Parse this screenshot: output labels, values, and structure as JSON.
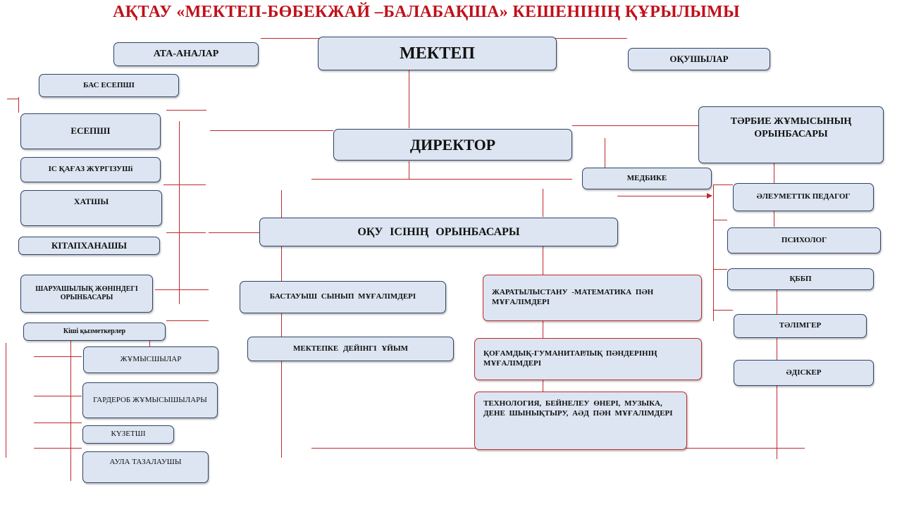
{
  "title": "АҚТАУ «МЕКТЕП-БӨБЕКЖАЙ –БАЛАБАҚША» КЕШЕНІНІҢ ҚҰРЫЛЫМЫ",
  "boxes": {
    "mektep": "МЕКТЕП",
    "ata_analar": "АТА-АНАЛАР",
    "okushylar": "ОҚУШЫЛАР",
    "bas_esepshi": "БАС ЕСЕПШІ",
    "direktor": "ДИРЕКТОР",
    "esepshi": "ЕСЕПШІ",
    "is_kagaz": "ІС ҚАҒАЗ ЖҮРГІЗУШі",
    "khatshy": "ХАТШЫ",
    "kitapkhanashy": "КІТАПХАНАШЫ",
    "sharuashylyk": "ШАРУАШЫЛЫҚ ЖӨНІНДЕГІ ОРЫНБАСАРЫ",
    "kishi_kyzmetkerler": "Кіші қызметкерлер",
    "zhumysshylar": "ЖҰМЫСШЫЛАР",
    "garderob": "ГАРДЕРОБ ЖҰМЫСЫШЫЛАРЫ",
    "kuzetshi": "КҮЗЕТШІ",
    "aula": "АУЛА ТАЗАЛАУШЫ",
    "tarbie": "ТӘРБИЕ ЖҰМЫСЫНЫҢ ОРЫНБАСАРЫ",
    "medbike": "МЕДБИКЕ",
    "aleumettik": "ӘЛЕУМЕТТІК ПЕДАГОГ",
    "psikholog": "ПСИХОЛОГ",
    "kbbp": "ҚББП",
    "talimger": "ТӘЛІМГЕР",
    "adisker": "ӘДІСКЕР",
    "oku_isi": "ОҚУ ІСІНІҢ ОРЫНБАСАРЫ",
    "bastauysh": "БАСТАУЫШ СЫНЫП МҰҒАЛІМДЕРІ",
    "mektepke_deiingi": "МЕКТЕПКЕ ДЕЙІНГІ ҰЙЫМ",
    "zharatylystanu": "ЖАРАТЫЛЫСТАНУ -МАТЕМАТИКА ПӘН МҰҒАЛІМДЕРІ",
    "kogamdyk": "ҚОҒАМДЫҚ-ГУМАНИТАРЛЫҚ ПӘНДЕРІНІҢ МҰҒАЛІМДЕРІ",
    "tekhnologiya": "ТЕХНОЛОГИЯ, БЕЙНЕЛЕУ ӨНЕРІ, МУЗЫКА, ДЕНЕ ШЫНЫҚТЫРУ, АӘД ПӘН МҰҒАЛІМДЕРІ"
  },
  "colors": {
    "title": "#c0101a",
    "box_fill": "#dce5f1",
    "box_border": "#2f4466",
    "connector": "#c0282d"
  }
}
